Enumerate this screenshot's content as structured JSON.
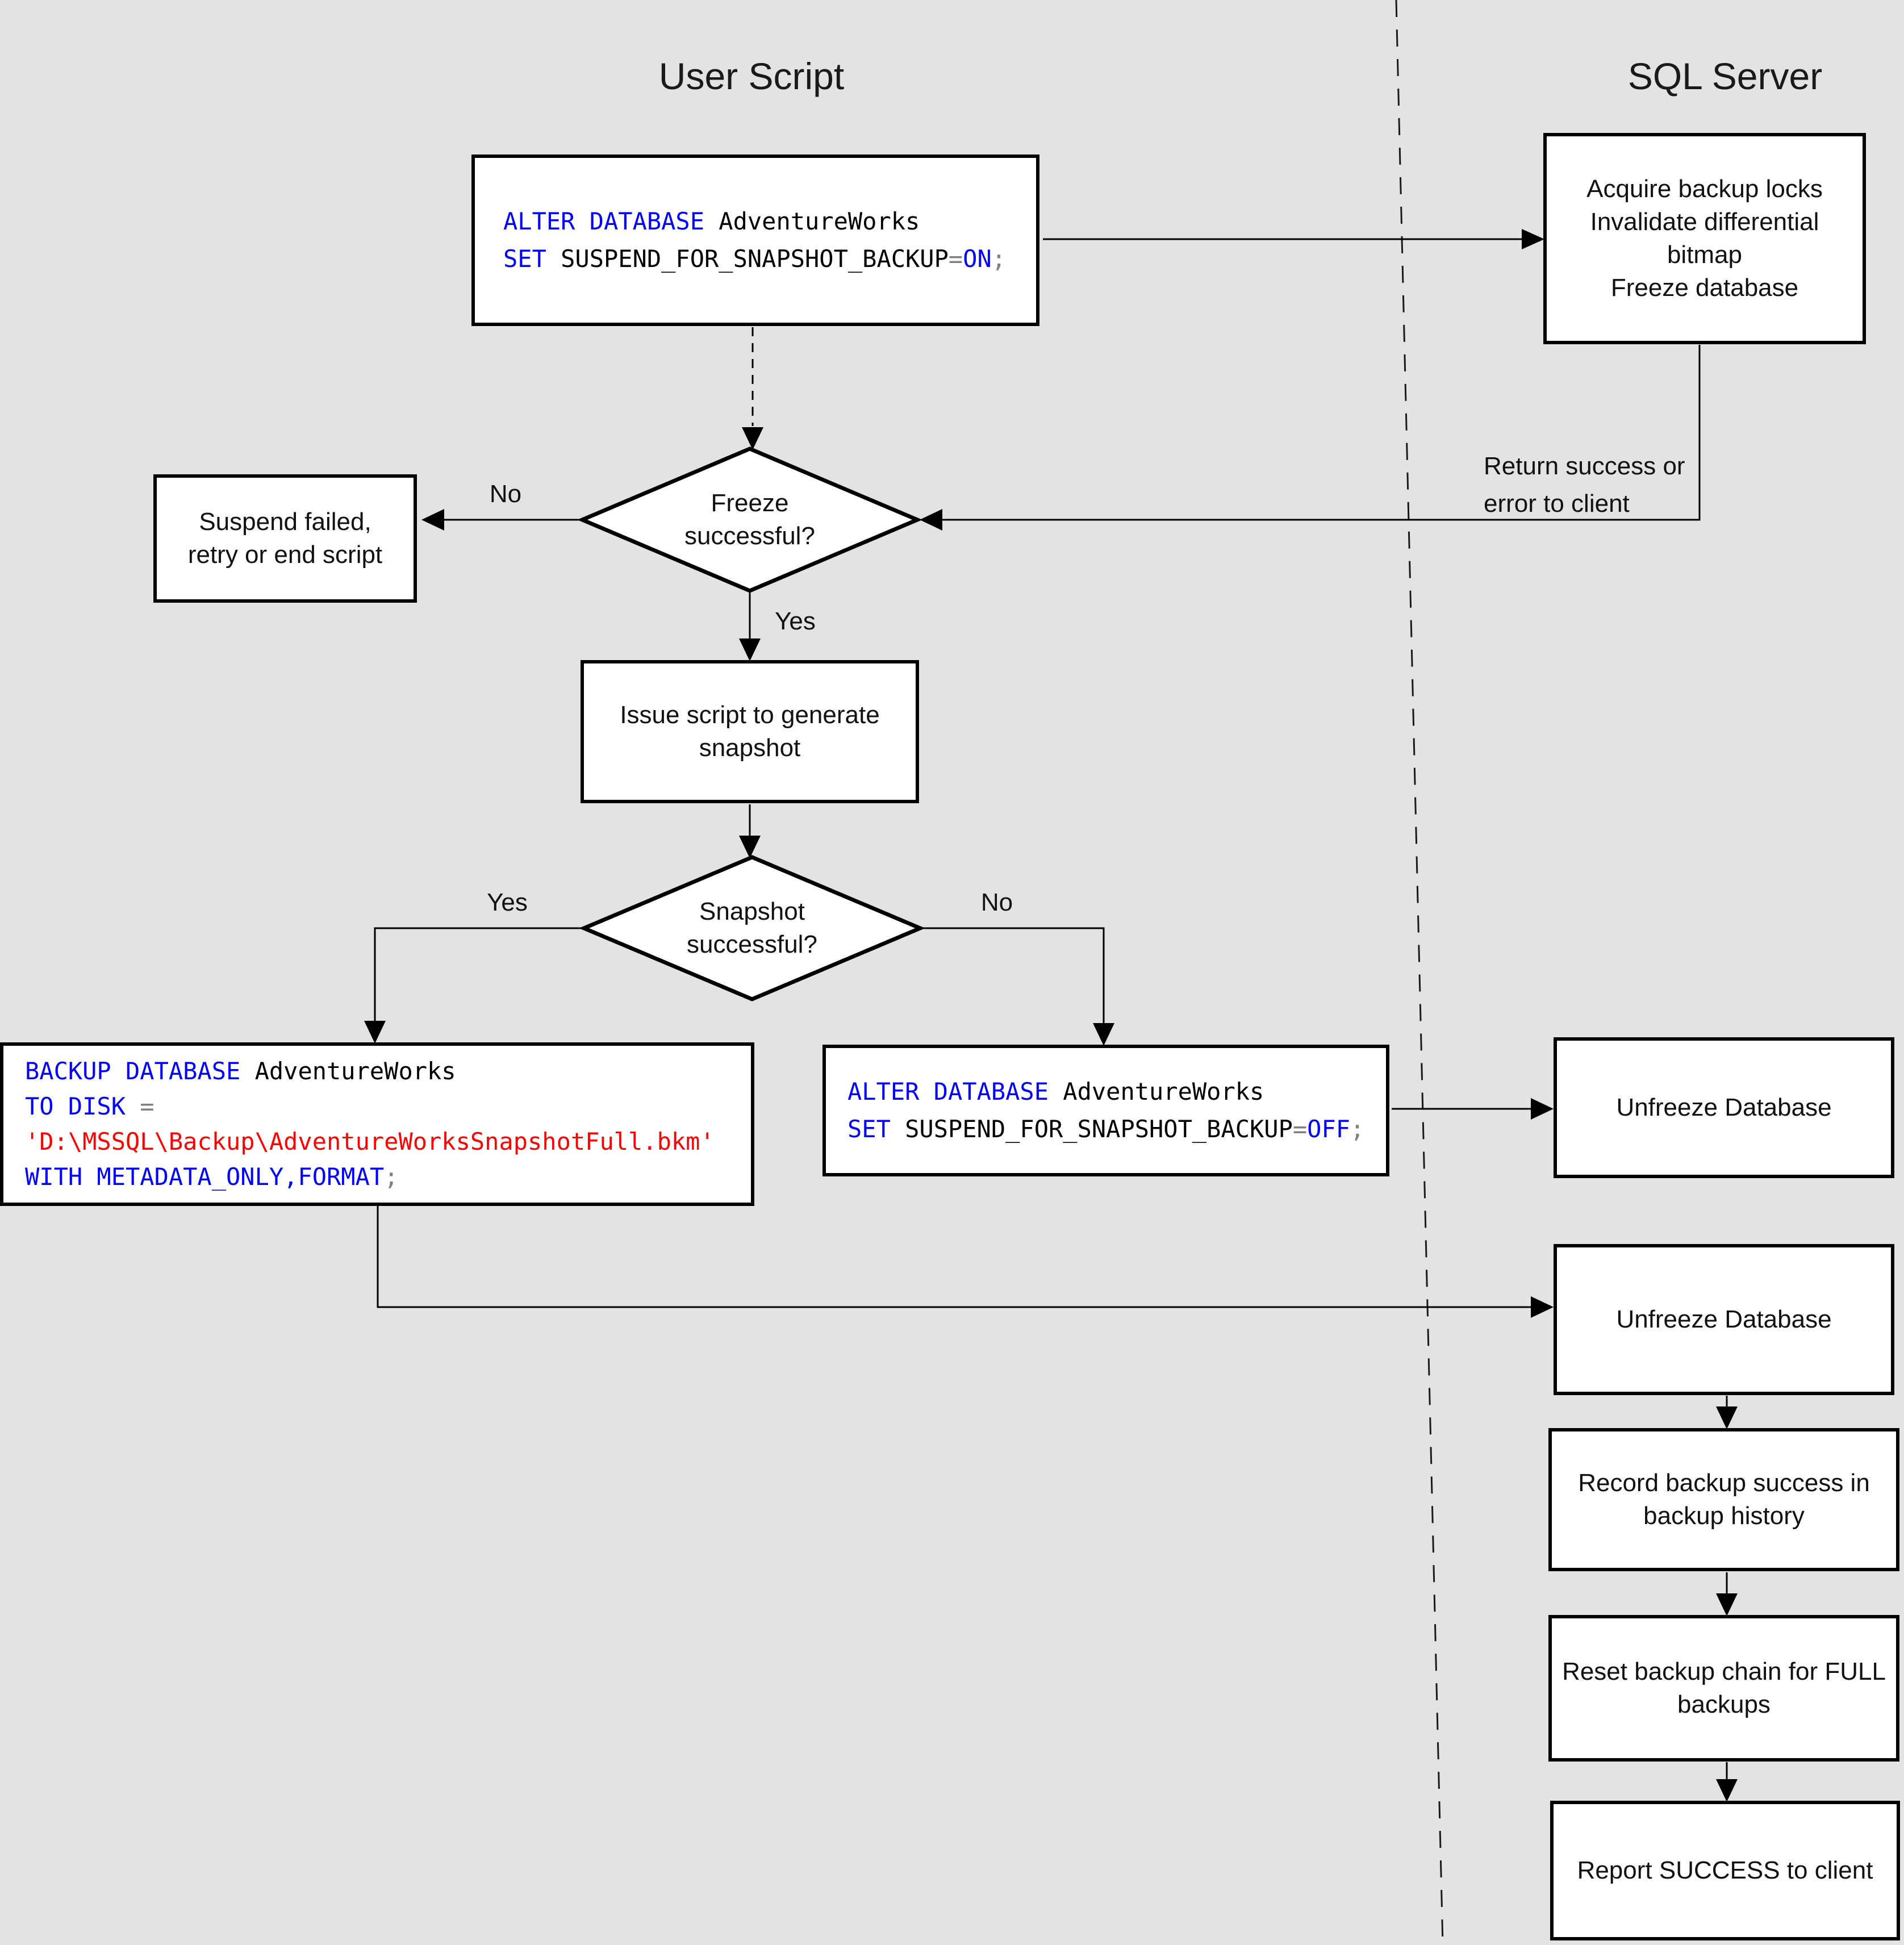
{
  "diagram": {
    "background_color": "#e3e3e3",
    "box_fill_color": "#ffffff",
    "line_color": "#000000",
    "syntax_colors": {
      "keyword": "#0000ff",
      "identifier": "#000000",
      "operator": "#808080",
      "string": "#ff0000"
    },
    "lanes": {
      "left_title": "User Script",
      "right_title": "SQL Server"
    },
    "edge_labels": {
      "freeze_no": "No",
      "freeze_yes": "Yes",
      "snapshot_yes": "Yes",
      "snapshot_no": "No",
      "return_status": {
        "lines": [
          "Return success or",
          "error to client"
        ]
      }
    },
    "nodes": {
      "alter_on": {
        "l1_kw": "ALTER DATABASE",
        "l1_id": " AdventureWorks",
        "l2_kw": "SET",
        "l2_id": " SUSPEND_FOR_SNAPSHOT_BACKUP",
        "l2_op": "=",
        "l2_kw2": "ON",
        "l2_end": ";"
      },
      "acquire": {
        "lines": [
          "Acquire backup locks",
          "Invalidate differential",
          "bitmap",
          "Freeze database"
        ]
      },
      "freeze_question": {
        "lines": [
          "Freeze",
          "successful?"
        ]
      },
      "suspend_failed": {
        "lines": [
          "Suspend failed,",
          "retry or end script"
        ]
      },
      "issue_script": {
        "lines": [
          "Issue script to generate",
          "snapshot"
        ]
      },
      "snapshot_question": {
        "lines": [
          "Snapshot",
          "successful?"
        ]
      },
      "backup_metadata": {
        "l1_kw": "BACKUP DATABASE",
        "l1_id": " AdventureWorks",
        "l2_kw": "TO DISK",
        "l2_op": " =",
        "l3_str": "'D:\\MSSQL\\Backup\\AdventureWorksSnapshotFull.bkm'",
        "l4_kw": "WITH METADATA_ONLY,FORMAT",
        "l4_end": ";"
      },
      "alter_off": {
        "l1_kw": "ALTER DATABASE",
        "l1_id": " AdventureWorks",
        "l2_kw": "SET",
        "l2_id": " SUSPEND_FOR_SNAPSHOT_BACKUP",
        "l2_op": "=",
        "l2_kw2": "OFF",
        "l2_end": ";"
      },
      "unfreeze_1": {
        "lines": [
          "Unfreeze Database"
        ]
      },
      "unfreeze_2": {
        "lines": [
          "Unfreeze Database"
        ]
      },
      "record_history": {
        "lines": [
          "Record backup success in",
          "backup history"
        ]
      },
      "reset_chain": {
        "lines": [
          "Reset backup chain for FULL",
          "backups"
        ]
      },
      "report_success": {
        "lines": [
          "Report SUCCESS to client"
        ]
      }
    }
  }
}
